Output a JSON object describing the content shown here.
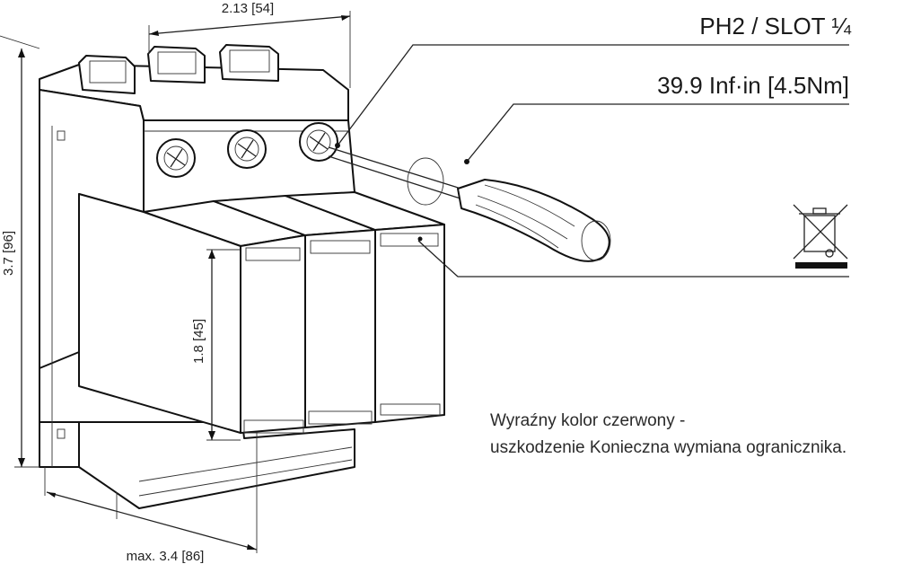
{
  "callouts": {
    "bit": "PH2 / SLOT ¼",
    "torque": "39.9 Inf·in [4.5Nm]"
  },
  "dimensions": {
    "width_top": "2.13 [54]",
    "height_total": "3.7 [96]",
    "module_height": "1.8 [45]",
    "depth_max": "max. 3.4 [86]"
  },
  "note": {
    "line1": "Wyraźny kolor czerwony -",
    "line2": "uszkodzenie Konieczna wymiana ogranicznika."
  },
  "icons": {
    "weee": "crossed-out-wheelie-bin-icon",
    "tool": "screwdriver-icon"
  },
  "colors": {
    "line": "#111111",
    "background": "#ffffff"
  }
}
